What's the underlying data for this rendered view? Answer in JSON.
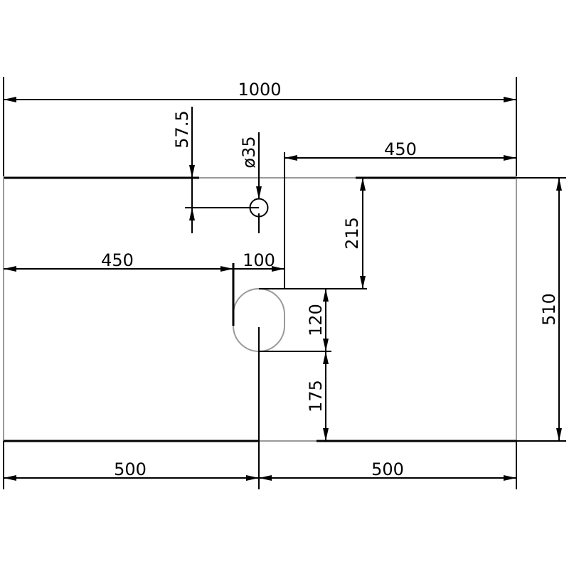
{
  "dimensions": {
    "overall_width": "1000",
    "tap_offset": "57.5",
    "tap_hole_diameter": "ø35",
    "right_width": "450",
    "overall_depth": "510",
    "left_to_basin": "450",
    "basin_width": "100",
    "top_to_basin": "215",
    "basin_depth": "120",
    "basin_to_front": "175",
    "left_half": "500",
    "right_half": "500"
  }
}
